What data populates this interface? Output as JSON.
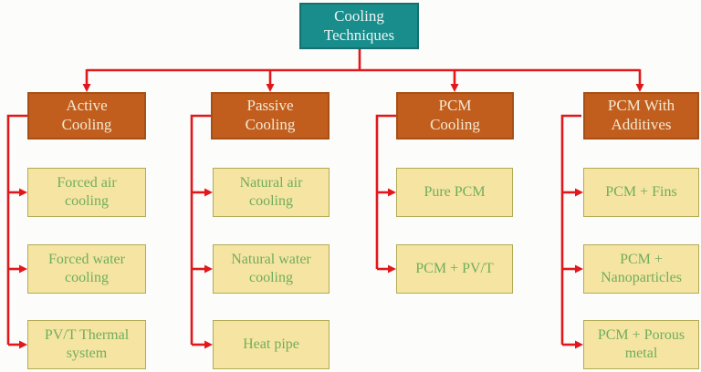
{
  "diagram": {
    "root": {
      "label": "Cooling Techniques"
    },
    "columns": [
      {
        "header": "Active Cooling",
        "children": [
          "Forced air cooling",
          "Forced water cooling",
          "PV/T  Thermal system"
        ]
      },
      {
        "header": "Passive Cooling",
        "children": [
          "Natural air cooling",
          "Natural water cooling",
          "Heat pipe"
        ]
      },
      {
        "header": "PCM Cooling",
        "children": [
          "Pure PCM",
          "PCM + PV/T"
        ]
      },
      {
        "header": "PCM With Additives",
        "children": [
          "PCM + Fins",
          "PCM + Nanoparticles",
          "PCM + Porous metal"
        ]
      }
    ],
    "colors": {
      "canvas_bg": "#fcfcfb",
      "root_fill": "#188d8c",
      "root_border": "#166f70",
      "root_text": "#eef4f2",
      "header_fill": "#c15e1e",
      "header_border": "#a84f15",
      "header_text": "#f3e9d3",
      "leaf_fill": "#f6e5a2",
      "leaf_border": "#b1ab55",
      "leaf_text": "#6fad5c",
      "connector": "#e0181b"
    }
  }
}
